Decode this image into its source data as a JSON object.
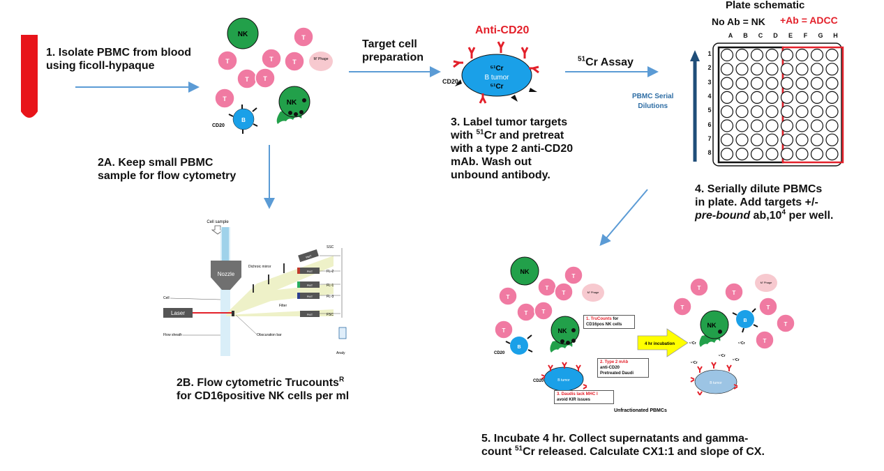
{
  "header": {
    "title_fragment": "",
    "plate_title": "Plate schematic"
  },
  "step1": {
    "line1": "1. Isolate PBMC from blood",
    "line2": "using ficoll-hypaque"
  },
  "step2a": {
    "line1": "2A. Keep small PBMC",
    "line2": "sample for flow cytometry"
  },
  "step2b": {
    "line1": "2B. Flow cytometric Trucounts",
    "sup": "R",
    "line2": "for CD16positive NK cells per ml"
  },
  "target_prep": {
    "line1": "Target cell",
    "line2": "preparation"
  },
  "anti_cd20": "Anti-CD20",
  "cd20_label": "CD20",
  "btumor": {
    "label": "B tumor",
    "cr": "⁵¹Cr"
  },
  "step3": {
    "line1": "3. Label tumor targets",
    "line2a": "with ",
    "line2sup": "51",
    "line2b": "Cr and pretreat",
    "line3": "with a type 2 anti-CD20",
    "line4": "mAb. Wash out",
    "line5": "unbound antibody."
  },
  "assay": {
    "sup": "51",
    "label": "Cr Assay"
  },
  "serial": {
    "line1": "PBMC Serial",
    "line2": "Dilutions"
  },
  "plate": {
    "no_ab": "No Ab = NK",
    "plus_ab": "+Ab = ADCC",
    "columns": [
      "A",
      "B",
      "C",
      "D",
      "E",
      "F",
      "G",
      "H"
    ],
    "rows": [
      "1",
      "2",
      "3",
      "4",
      "5",
      "6",
      "7",
      "8"
    ]
  },
  "step4": {
    "line1": "4. Serially dilute PBMCs",
    "line2": "in plate.  Add targets +/-",
    "line3a": "pre-bound",
    "line3b": " ab,10",
    "line3sup": "4",
    "line3c": " per well."
  },
  "step5": {
    "line1": "5. Incubate 4 hr.  Collect supernatants and gamma-",
    "line2a": "count ",
    "line2sup": "51",
    "line2b": "Cr released.  Calculate CX1:1 and slope of CX."
  },
  "cells": {
    "nk": "NK",
    "t": "T",
    "b": "B",
    "mphage": "M' Phage"
  },
  "flow": {
    "cell_sample": "Cell sample",
    "nozzle": "Nozzle",
    "dichroic": "Dichroic mirror",
    "laser": "Laser",
    "cell": "Cell",
    "flow_sheath": "Flow sheath",
    "obscuration": "Obscuration bar",
    "filter": "Filter",
    "pmt": "PMT",
    "ssc": "SSC",
    "fl2": "FL-2",
    "fl1": "FL-1",
    "fl3": "FL-3",
    "fsc": "FSC",
    "analysis": "Analy"
  },
  "incubation": {
    "note1_title": "1. TruCounts",
    "note1_body": "for CD16pos NK cells",
    "note2_title": "2. Type 2 mAb",
    "note2_body1": "anti-CD20",
    "note2_body2": "Pretreated Daudi",
    "note3_title": "3. Daudis lack MHC I",
    "note3_body": "avoid KIR issues",
    "arrow_label": "4 hr incubation",
    "unfractionated": "Unfractionated PBMCs",
    "cr51": "⁵¹Cr",
    "btumor": "B tumor"
  },
  "colors": {
    "arrow": "#5b9bd5",
    "t_cell": "#f07aa2",
    "nk_cell": "#22a04a",
    "b_cell": "#1aa0e8",
    "antibody": "#e3202a",
    "blood_tube": "#e8141a",
    "plate_red": "#e3202a",
    "serial_arrow": "#1f4e79"
  }
}
